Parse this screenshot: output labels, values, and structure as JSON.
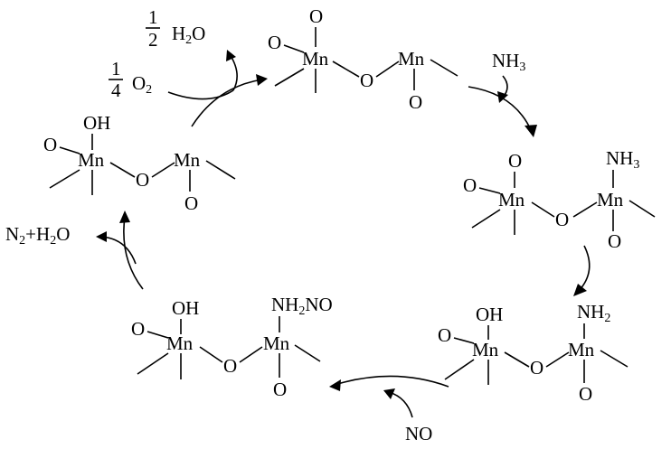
{
  "species": {
    "top": {
      "mn": "Mn",
      "mn2": "Mn",
      "o_top": "O",
      "o_side": "O",
      "o_bridge": "O",
      "o_bottom": "O"
    },
    "right": {
      "mn": "Mn",
      "mn2": "Mn",
      "o_top": "O",
      "o_side": "O",
      "o_bridge": "O",
      "o_bottom": "O",
      "nh3": "NH",
      "nh3_sub": "3"
    },
    "bottom_right": {
      "mn": "Mn",
      "mn2": "Mn",
      "oh": "OH",
      "o_side": "O",
      "o_bridge": "O",
      "o_bottom": "O",
      "nh2": "NH",
      "nh2_sub": "2"
    },
    "bottom_left": {
      "mn": "Mn",
      "mn2": "Mn",
      "oh": "OH",
      "o_side": "O",
      "o_bridge": "O",
      "o_bottom": "O",
      "nh2no_a": "NH",
      "nh2no_sub": "2",
      "nh2no_b": "NO"
    },
    "left": {
      "mn": "Mn",
      "mn2": "Mn",
      "oh": "OH",
      "o_side": "O",
      "o_bridge": "O",
      "o_bottom": "O"
    }
  },
  "reagents": {
    "nh3": "NH",
    "nh3_sub": "3",
    "no": "NO",
    "n2_a": "N",
    "n2_sub": "2",
    "n2_b": "+H",
    "h2o_sub": "2",
    "n2_c": "O",
    "o2_num": "1",
    "o2_den": "4",
    "o2_a": "O",
    "o2_sub": "2",
    "h2o_num": "1",
    "h2o_den": "2",
    "h2o_a": "H",
    "h2o_sub2": "2",
    "h2o_b": "O"
  }
}
